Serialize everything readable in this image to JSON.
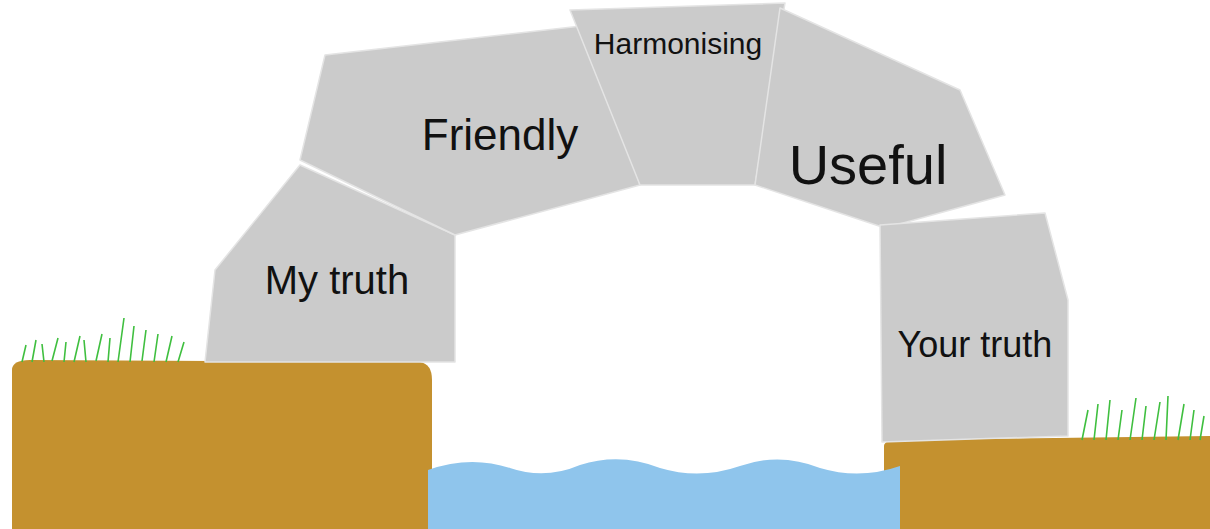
{
  "diagram": {
    "nodes": [
      {
        "text": [
          "My truth"
        ]
      },
      {
        "text": [
          "Friendly"
        ]
      },
      {
        "text": [
          "Harmonising"
        ]
      },
      {
        "text": [
          "Useful"
        ]
      },
      {
        "text": [
          "Your truth"
        ]
      }
    ]
  }
}
